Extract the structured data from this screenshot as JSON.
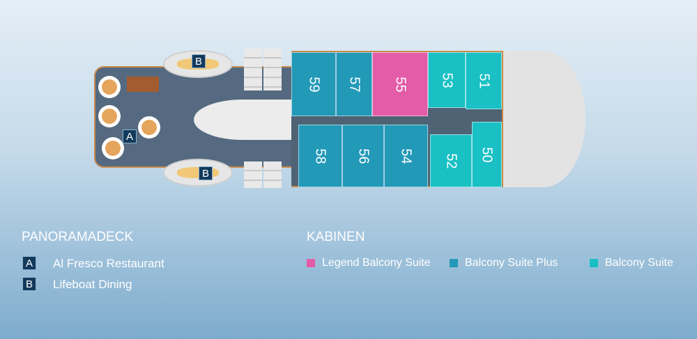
{
  "plan": {
    "markers": {
      "A": "A",
      "B": "B"
    },
    "cabins": [
      {
        "number": "59",
        "type": "plus"
      },
      {
        "number": "57",
        "type": "plus"
      },
      {
        "number": "55",
        "type": "legend"
      },
      {
        "number": "53",
        "type": "suite"
      },
      {
        "number": "51",
        "type": "suite"
      },
      {
        "number": "58",
        "type": "plus"
      },
      {
        "number": "56",
        "type": "plus"
      },
      {
        "number": "54",
        "type": "plus"
      },
      {
        "number": "52",
        "type": "suite"
      },
      {
        "number": "50",
        "type": "suite"
      }
    ]
  },
  "legend_deck": {
    "title": "PANORAMADECK",
    "items": [
      {
        "marker": "A",
        "label": "Al Fresco Restaurant"
      },
      {
        "marker": "B",
        "label": "Lifeboat Dining"
      }
    ]
  },
  "legend_cabins": {
    "title": "KABINEN",
    "items": [
      {
        "label": "Legend Balcony Suite",
        "color": "#e35ca8"
      },
      {
        "label": "Balcony Suite Plus",
        "color": "#2399b8"
      },
      {
        "label": "Balcony Suite",
        "color": "#19c0c4"
      }
    ]
  }
}
